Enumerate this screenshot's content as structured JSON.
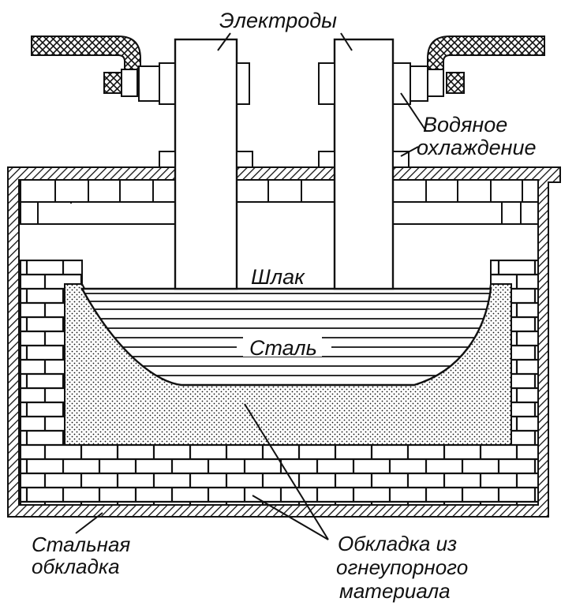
{
  "labels": {
    "electrodes": "Электроды",
    "water_cooling_1": "Водяное",
    "water_cooling_2": "охлаждение",
    "slag": "Шлак",
    "steel": "Сталь",
    "steel_lining_1": "Стальная",
    "steel_lining_2": "обкладка",
    "refractory_1": "Обкладка из",
    "refractory_2": "огнеупорного",
    "refractory_3": "материала"
  },
  "colors": {
    "ink": "#111111",
    "paper": "#ffffff"
  }
}
